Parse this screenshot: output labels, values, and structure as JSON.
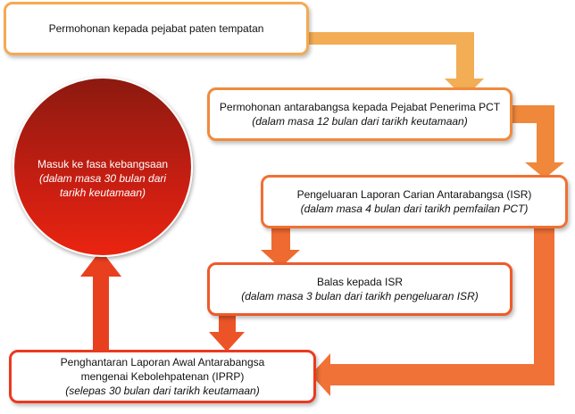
{
  "steps": [
    {
      "title": "Permohonan kepada pejabat paten tempatan",
      "note": ""
    },
    {
      "title": "Permohonan antarabangsa kepada Pejabat Penerima PCT",
      "note": "(dalam masa 12 bulan dari tarikh keutamaan)"
    },
    {
      "title": "Pengeluaran Laporan Carian Antarabangsa (ISR)",
      "note": "(dalam masa 4 bulan dari tarikh pemfailan PCT)"
    },
    {
      "title": "Balas kepada ISR",
      "note": "(dalam masa 3 bulan dari tarikh pengeluaran ISR)"
    },
    {
      "title": "Penghantaran Laporan Awal Antarabangsa mengenai Kebolehpatenan (IPRP)",
      "note": "(selepas 30 bulan dari tarikh keutamaan)"
    }
  ],
  "final": {
    "title": "Masuk ke fasa kebangsaan",
    "note": "(dalam masa 30 bulan dari tarikh keutamaan)"
  },
  "colors": {
    "step1": "#f4aa52",
    "step2": "#f08a3e",
    "step3": "#f07033",
    "step4": "#ee5a2c",
    "step5": "#ea3a20",
    "circle": "#c81e12"
  }
}
